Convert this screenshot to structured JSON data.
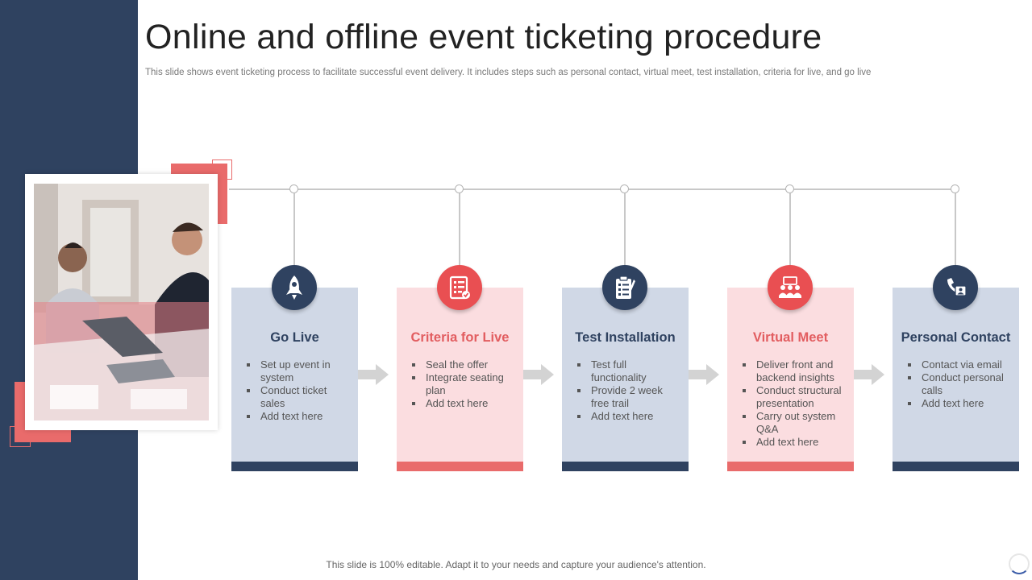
{
  "title": "Online and offline event ticketing procedure",
  "subtitle": "This slide shows event ticketing process to facilitate successful event delivery. It includes steps such as personal contact, virtual meet, test installation, criteria for live,  and go live",
  "footer": "This slide is 100% editable. Adapt it to your needs and capture your audience's attention.",
  "colors": {
    "navy": "#2f4260",
    "coral": "#e96b6b",
    "light_blue": "#d0d8e6",
    "light_pink": "#fbdde0"
  },
  "steps": [
    {
      "title": "Go Live",
      "icon": "rocket-icon",
      "theme": "blue",
      "bullets": [
        "Set up event in system",
        "Conduct ticket sales",
        "Add text here"
      ]
    },
    {
      "title": "Criteria for Live",
      "icon": "checklist-icon",
      "theme": "pink",
      "bullets": [
        "Seal the offer",
        "Integrate seating plan",
        "Add text here"
      ]
    },
    {
      "title": "Test Installation",
      "icon": "clipboard-icon",
      "theme": "blue",
      "bullets": [
        "Test full functionality",
        "Provide  2 week free trail",
        "Add text here"
      ]
    },
    {
      "title": "Virtual Meet",
      "icon": "meeting-icon",
      "theme": "pink",
      "bullets": [
        "Deliver front and backend insights",
        "Conduct structural presentation",
        "Carry out system Q&A",
        "Add text here"
      ]
    },
    {
      "title": "Personal Contact",
      "icon": "phone-contact-icon",
      "theme": "blue",
      "bullets": [
        "Contact via email",
        "Conduct personal calls",
        "Add text here"
      ]
    }
  ]
}
